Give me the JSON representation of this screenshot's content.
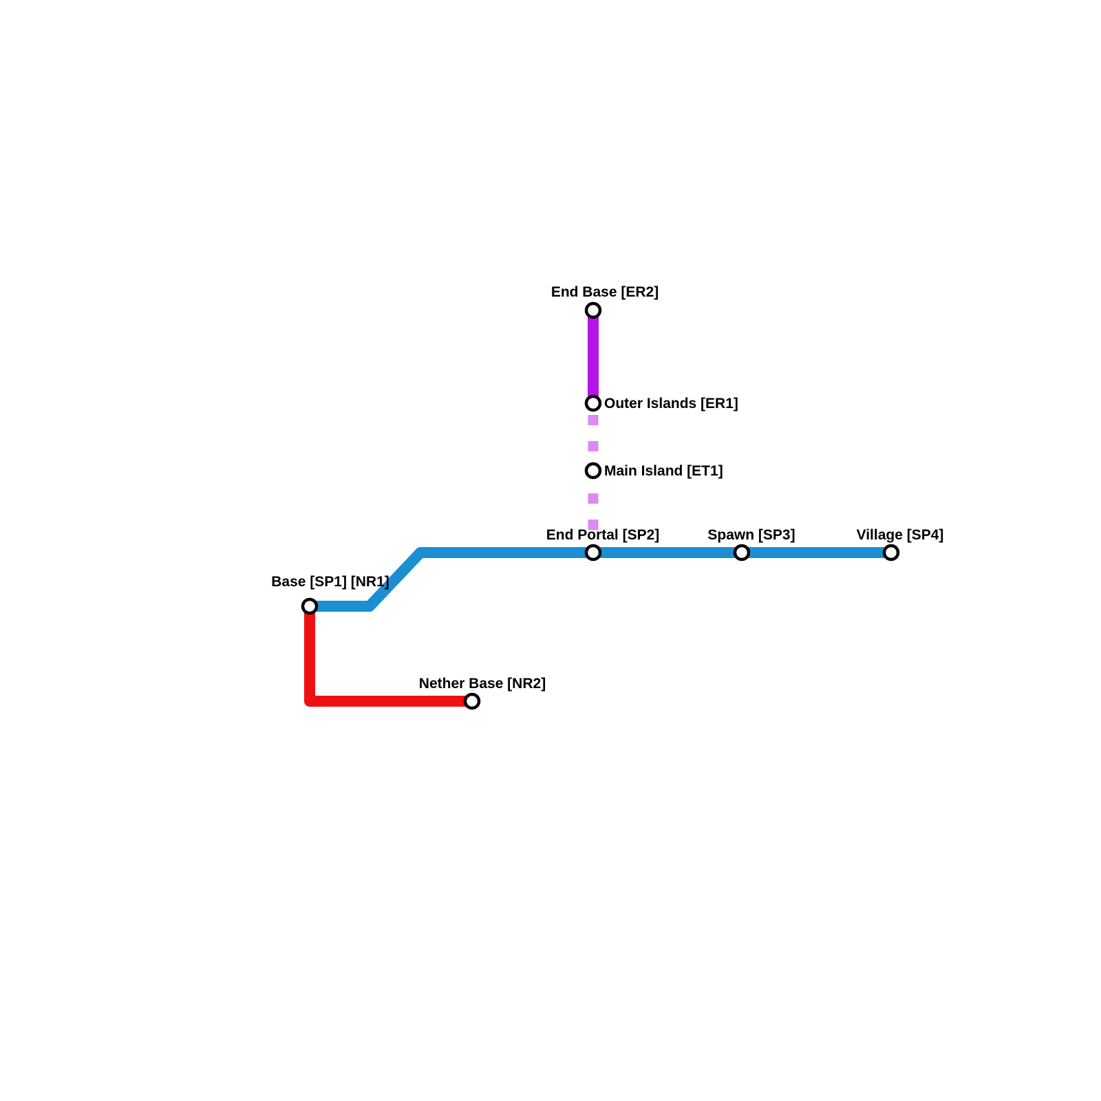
{
  "map": {
    "background": "#ffffff",
    "colors": {
      "end_line": "#b414e8",
      "end_line_dashed": "#dd8af2",
      "spawn_line": "#1b8fd2",
      "nether_line": "#ee1111",
      "station_fill": "#ffffff",
      "station_stroke": "#000000",
      "label": "#000000"
    },
    "stations": {
      "end_base": "End Base [ER2]",
      "outer_islands": "Outer Islands [ER1]",
      "main_island": "Main Island [ET1]",
      "end_portal": "End Portal [SP2]",
      "spawn": "Spawn [SP3]",
      "village": "Village [SP4]",
      "base": "Base [SP1] [NR1]",
      "nether_base": "Nether Base [NR2]"
    }
  }
}
